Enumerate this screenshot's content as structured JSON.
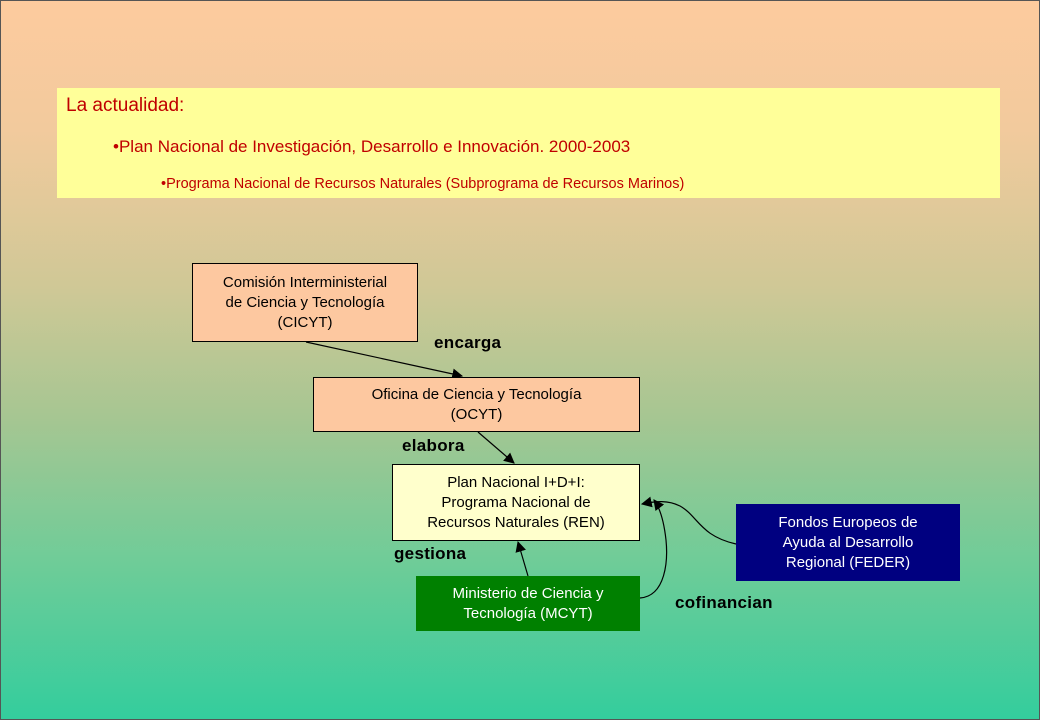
{
  "header": {
    "title": "La actualidad:",
    "bullet1": "•Plan Nacional de Investigación, Desarrollo e Innovación. 2000-2003",
    "bullet2": "•Programa Nacional de Recursos Naturales (Subprograma de Recursos Marinos)"
  },
  "nodes": {
    "cicyt": "Comisión Interministerial\nde Ciencia y Tecnología\n(CICYT)",
    "ocyt": "Oficina de Ciencia y Tecnología\n(OCYT)",
    "plan": "Plan Nacional I+D+I:\nPrograma Nacional de\nRecursos Naturales (REN)",
    "feder": "Fondos Europeos de\nAyuda al Desarrollo\nRegional (FEDER)",
    "mcyt": "Ministerio de Ciencia y\nTecnología (MCYT)"
  },
  "edges": {
    "encarga": "encarga",
    "elabora": "elabora",
    "gestiona": "gestiona",
    "cofinancian": "cofinancian"
  },
  "colors": {
    "heading_text": "#c00000",
    "banner_bg": "#ffff99",
    "peach_box": "#fdc8a0",
    "plan_box": "#ffffcc",
    "feder_box": "#000080",
    "mcyt_box": "#008000"
  }
}
